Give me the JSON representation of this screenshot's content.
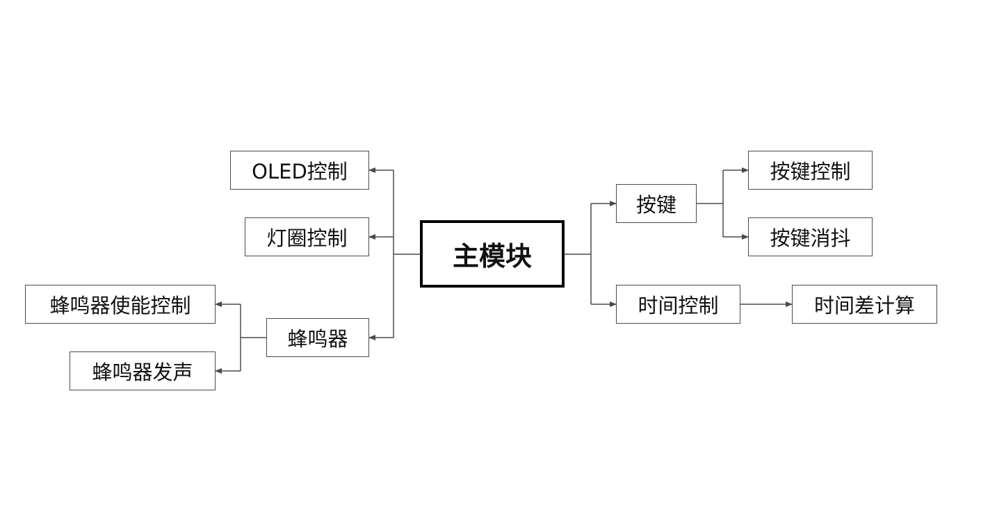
{
  "diagram": {
    "root": "主模块",
    "left": {
      "oled": "OLED控制",
      "ring": "灯圈控制",
      "buzzer": "蜂鸣器",
      "buzzer_enable": "蜂鸣器使能控制",
      "buzzer_sound": "蜂鸣器发声"
    },
    "right": {
      "key": "按键",
      "key_control": "按键控制",
      "key_debounce": "按键消抖",
      "time_control": "时间控制",
      "time_diff": "时间差计算"
    },
    "colors": {
      "line": "#4a4a4a",
      "box_border": "#4a4a4a",
      "root_border": "#000000",
      "text": "#111111"
    }
  }
}
